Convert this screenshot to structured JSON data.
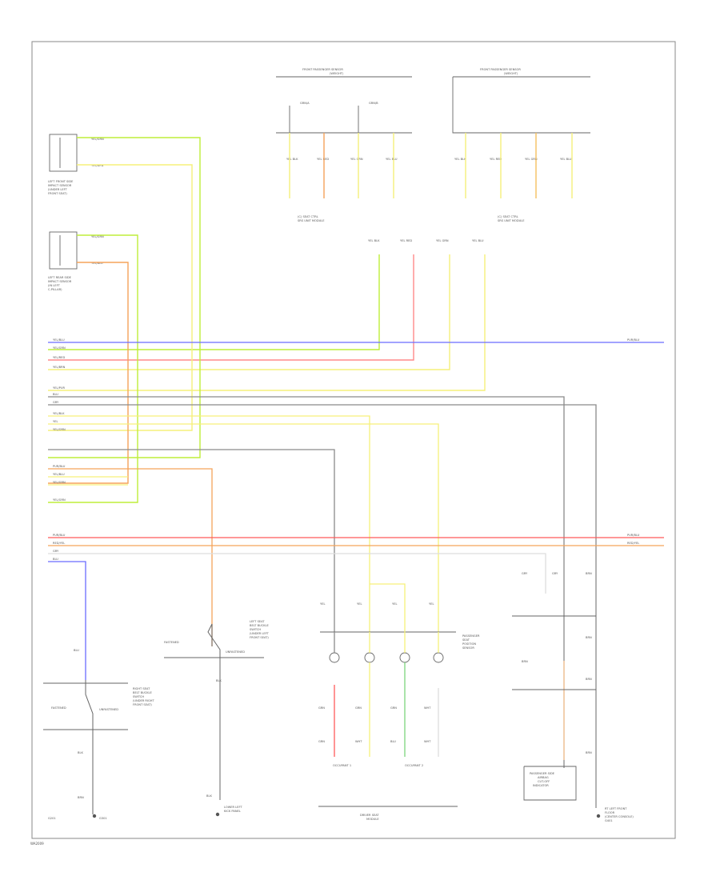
{
  "figure_id": "WA2009",
  "colors": {
    "yellow_green": "#bfee3a",
    "yellow": "#f6f07a",
    "blue": "#6a6cff",
    "red": "#ff8a8a",
    "orange": "#f5a35a",
    "gray": "#8a8a8a",
    "light": "#dddddd",
    "green": "#7cd67c",
    "red_strong": "#ff5a5a",
    "peach": "#ffc896"
  },
  "labels": {
    "front_pass_sensor_1": "FRONT PASSENGER SENSOR",
    "front_pass_sensor_1_sub": "(WEIGHT)",
    "front_pass_sensor_2": "FRONT PASSENGER SENSOR",
    "front_pass_sensor_2_sub": "(WEIGHT)",
    "seat_conn_1": "(C) SEAT CTRL",
    "seat_conn_1_sub": "SRS UNIT MODULE",
    "seat_conn_2": "(C) SEAT CTRL",
    "seat_conn_2_sub": "SRS UNIT MODULE",
    "left_front_side_1": "LEFT FRONT SIDE",
    "left_front_side_2": "IMPACT SENSOR",
    "left_front_side_3": "(UNDER LEFT",
    "left_front_side_4": "FRONT SEAT)",
    "left_rear_side_1": "LEFT REAR SIDE",
    "left_rear_side_2": "IMPACT SENSOR",
    "left_rear_side_3": "(IN LEFT",
    "left_rear_side_4": "C-PILLAR)",
    "lf_seat_1": "LEFT SEAT",
    "lf_seat_2": "BELT BUCKLE",
    "lf_seat_3": "SWITCH",
    "lf_seat_4": "(UNDER LEFT",
    "lf_seat_5": "FRONT SEAT)",
    "rf_seat_1": "RIGHT SEAT",
    "rf_seat_2": "BELT BUCKLE",
    "rf_seat_3": "SWITCH",
    "rf_seat_4": "(UNDER RIGHT",
    "rf_seat_5": "FRONT SEAT)",
    "fastened_1": "FASTENED",
    "fastened_2": "FASTENED",
    "unfastened_1": "UNFASTENED",
    "unfastened_2": "UNFASTENED",
    "occupant_1": "PASSENGER",
    "occupant_2": "SEAT",
    "occupant_3": "POSITION",
    "occupant_4": "SENSOR",
    "driver_seat_1": "DRIVER SEAT",
    "driver_seat_2": "MODULE",
    "pass_airbag_1": "PASSENGER SIDE",
    "pass_airbag_2": "AIRBAG",
    "pass_airbag_3": "CUT-OFF",
    "pass_airbag_4": "INDICATOR",
    "g_left_1": "G301",
    "g_left_2": "G201",
    "g_right_1": "G401",
    "g_lf_1": "LOWER LEFT",
    "g_lf_2": "KICK PANEL",
    "g_rf_1": "RT LEFT FRONT",
    "g_rf_2": "FLOOR",
    "g_rf_3": "(CENTER CONSOLE)"
  },
  "wire_left": {
    "w1": "YEL/BLU",
    "w2": "YEL/GRN",
    "w3": "YEL/RED",
    "w4": "YEL/BRN",
    "w5": "YEL/PUR",
    "w6": "BLU",
    "w7": "GRY",
    "w8": "YEL/BLK",
    "w9": "YEL",
    "w10": "YEL/ORN",
    "w11": "PUR/BLU",
    "w12": "YEL/BLU",
    "w13": "YEL/GRN",
    "w14": "YEL/GRN",
    "w15": "PUR/BLU",
    "w16": "RED/YEL",
    "w17": "GRY",
    "w18": "BLU"
  },
  "wire_right": {
    "r1": "PUR/BLU",
    "r2": "PUR/BLU",
    "r3": "RED/YEL"
  },
  "sensor_wires": {
    "s1": "YEL/GRN",
    "s2": "YEL/BRN",
    "s3": "YEL/GRN",
    "s4": "YEL/BLU"
  },
  "upper_pins": {
    "a1": "YEL BLK",
    "a2": "YEL RED",
    "a3": "YEL GRN",
    "a4": "YEL BLU",
    "b1": "YEL BLK",
    "b2": "YEL RED",
    "b3": "YEL GRN",
    "b4": "YEL BLU",
    "c1": "YEL BLK",
    "c2": "YEL RED",
    "c3": "YEL GRN",
    "c4": "YEL BLU"
  },
  "upper_tags": {
    "t1": "GRN/A",
    "t2": "GRN/B"
  },
  "lower_wires": {
    "l1": "BRN",
    "l2": "BLK",
    "l3": "BLK",
    "l4": "BLK",
    "l5": "YEL",
    "l6": "YEL",
    "l7": "YEL",
    "l8": "YEL",
    "l9": "GRN",
    "l10": "GRN",
    "l11": "GRN",
    "l12": "GRN",
    "l13": "WHT",
    "l14": "WHT",
    "l15": "WHT",
    "l16": "BLU",
    "l17": "BLU",
    "l18": "GRY",
    "l19": "GRY",
    "l20": "BRN",
    "l21": "BRN",
    "l22": "BRN",
    "l23": "BRN",
    "l24": "BRN"
  },
  "splices": {
    "p1": "OCCUPANT 1",
    "p2": "OCCUPANT 2"
  }
}
